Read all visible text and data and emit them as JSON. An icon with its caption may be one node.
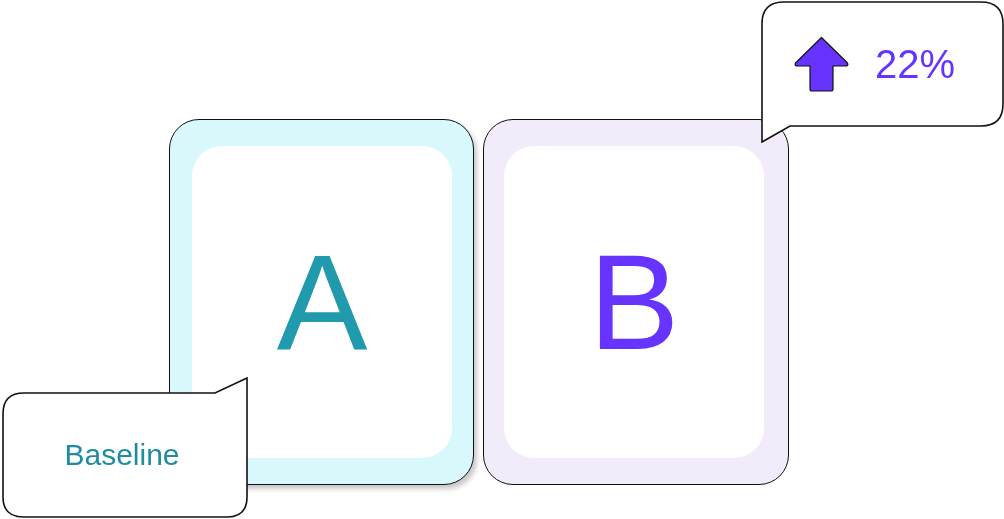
{
  "diagram": {
    "nodes": [
      {
        "text": [
          "22%"
        ]
      },
      {
        "text": [
          "A"
        ]
      },
      {
        "text": [
          "B"
        ]
      },
      {
        "text": [
          "Baseline"
        ]
      }
    ]
  }
}
